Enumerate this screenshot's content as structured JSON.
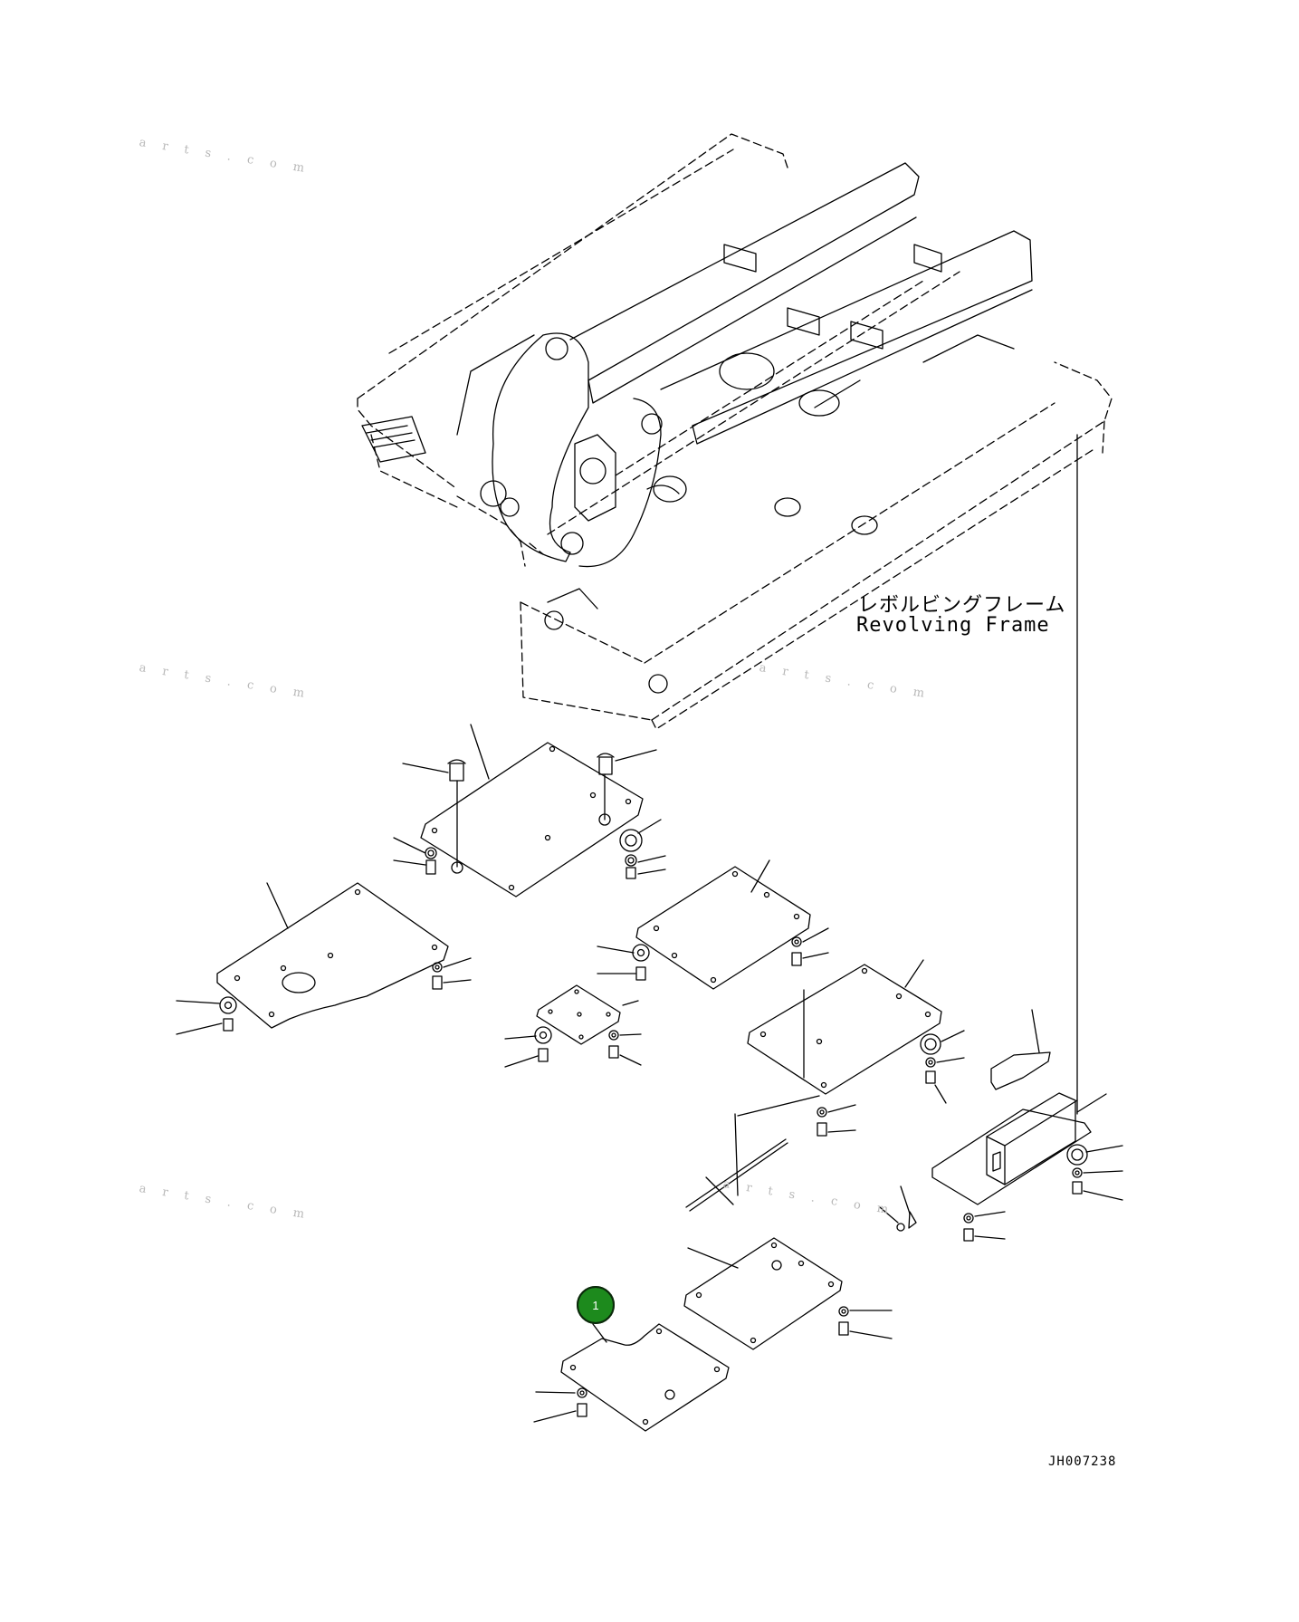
{
  "diagram": {
    "frame_label_jp": "レボルビングフレーム",
    "frame_label_en": "Revolving Frame",
    "drawing_id": "JH007238",
    "callouts": [
      {
        "label": "1",
        "color": "#1d8a1d"
      }
    ],
    "watermark": "a r t s . c o m",
    "line_color": "#000000"
  }
}
